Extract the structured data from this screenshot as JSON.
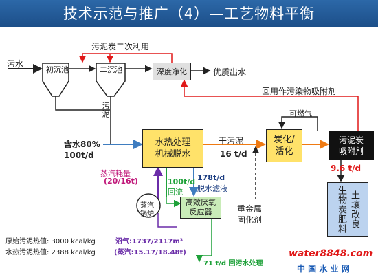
{
  "title": "技术示范与推广（4）—工艺物料平衡",
  "nodes": {
    "primary_settler": "初沉池",
    "secondary_settler": "二沉池",
    "deep_purification": "深度净化",
    "hydrothermal_line1": "水热处理",
    "hydrothermal_line2": "机械脱水",
    "carbonization_line1": "炭化/",
    "carbonization_line2": "活化",
    "adsorbent_line1": "污泥炭",
    "adsorbent_line2": "吸附剂",
    "steam_boiler_line1": "蒸汽",
    "steam_boiler_line2": "锅炉",
    "reactor_line1": "高效厌氧",
    "reactor_line2": "反应器",
    "soil_conditioner_col1": "土壤改良",
    "soil_conditioner_col2": "生物炭肥料"
  },
  "labels": {
    "sewage": "污水",
    "sludge_carbon_reuse": "污泥炭二次利用",
    "quality_effluent": "优质出水",
    "reuse_as_adsorbent": "回用作污染物吸附剂",
    "sludge": "污泥",
    "water_content": "含水80%",
    "flow_in": "100t/d",
    "combustible_gas": "可燃气",
    "dry_sludge": "干污泥",
    "dry_sludge_rate": "16 t/d",
    "steam_consumption": "蒸汽耗量",
    "steam_consumption_rate": "(20/16t)",
    "return_flow_rate": "100t/d",
    "return_flow": "回流",
    "filtrate_rate": "178t/d",
    "filtrate": "脱水滤液",
    "heavy_metal_line1": "重金属",
    "heavy_metal_line2": "固化剂",
    "adsorbent_rate": "9.6 t/d",
    "biogas": "沼气:1737/2117m³",
    "steam_out": "(蒸汽:15.17/18.48t)",
    "return_treatment": "71 t/d  回污水处理",
    "heat_value_raw": "原始污泥热值: 3000 kcal/kg",
    "heat_value_hydro": "水热污泥热值: 2388 kcal/kg",
    "watermark_brand": "water8848.com",
    "watermark_cn": "中 国 水 业 网"
  },
  "colors": {
    "banner": "#1c4e88",
    "red": "#e01818",
    "orange": "#ef7a12",
    "blue": "#3f7dc0",
    "green": "#1fa13a",
    "purple": "#6a2ca8",
    "navy": "#1a3c80",
    "magenta": "#c0187a"
  }
}
